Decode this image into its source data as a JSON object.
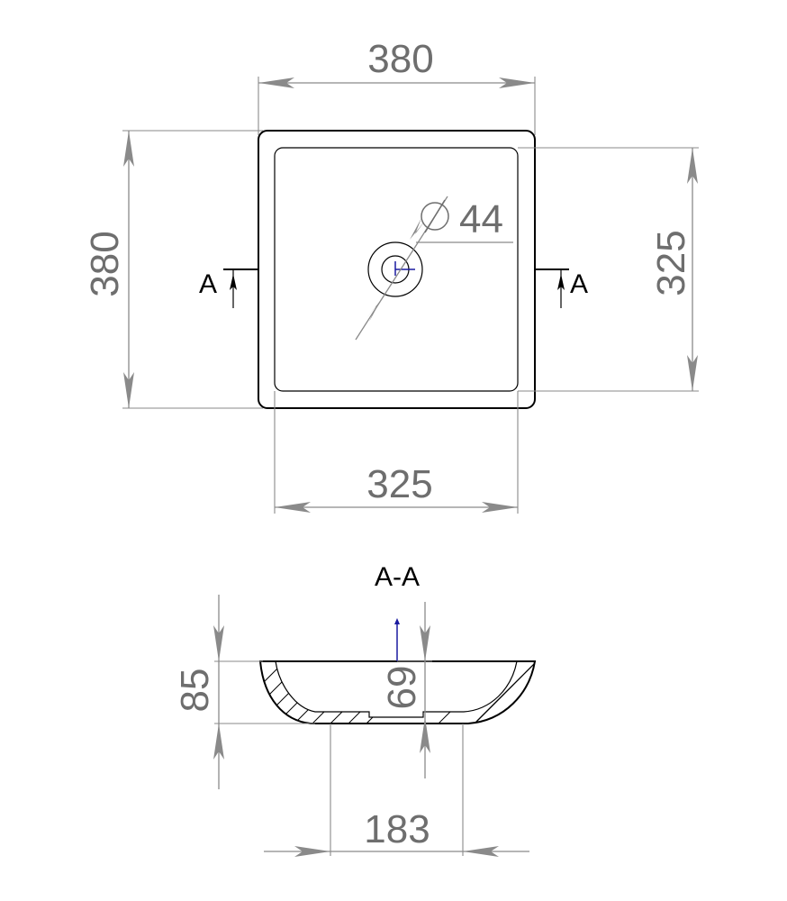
{
  "top_view": {
    "dim_outer_width": "380",
    "dim_outer_height": "380",
    "dim_inner_width": "325",
    "dim_inner_height": "325",
    "dim_drain_diameter": "44",
    "section_marker_left": "A",
    "section_marker_right": "A"
  },
  "section_view": {
    "title": "A-A",
    "dim_total_height": "85",
    "dim_inner_depth": "69",
    "dim_base_width": "183"
  },
  "colors": {
    "dimension": "#8a8a8a",
    "dimension_text": "#6e6e6e",
    "outline": "#000000",
    "axis_marker": "#1a1aa0"
  }
}
